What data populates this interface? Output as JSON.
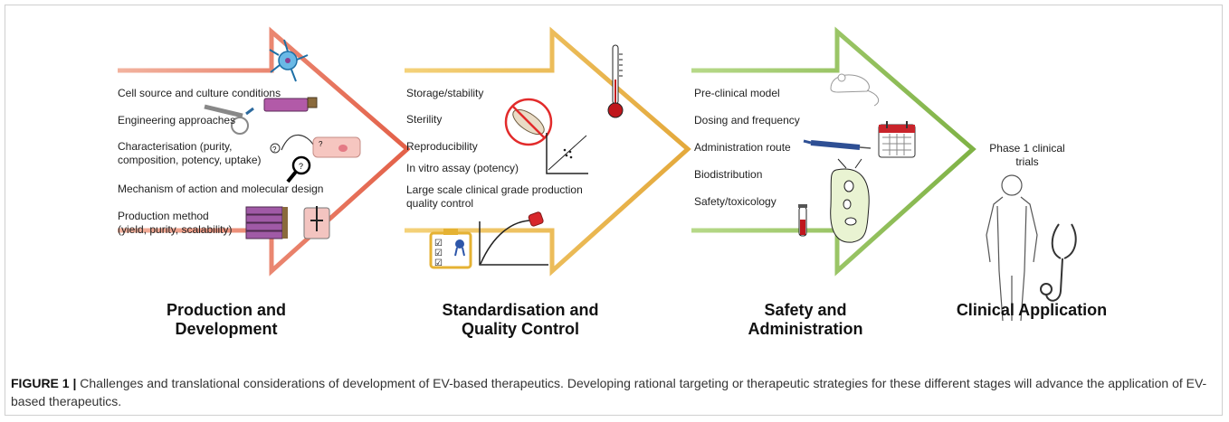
{
  "stages": [
    {
      "title": "Production and\nDevelopment",
      "color": "#e37059",
      "items": [
        "Cell source and culture conditions",
        "Engineering approaches",
        "Characterisation (purity,\ncomposition, potency, uptake)",
        "Mechanism of action and molecular design",
        "Production method\n(yield, purity, scalability)"
      ]
    },
    {
      "title": "Standardisation and\nQuality Control",
      "color": "#e9b44c",
      "items": [
        "Storage/stability",
        "Sterility",
        "Reproducibility",
        "In vitro assay (potency)",
        "Large scale clinical grade production\nquality control"
      ]
    },
    {
      "title": "Safety and\nAdministration",
      "color": "#8fbe58",
      "items": [
        "Pre-clinical model",
        "Dosing and frequency",
        "Administration route",
        "Biodistribution",
        "Safety/toxicology"
      ]
    },
    {
      "title": "Clinical Application",
      "items": [
        "Phase 1 clinical\ntrials"
      ]
    }
  ],
  "caption": {
    "label": "FIGURE 1 |",
    "text": " Challenges and translational considerations of development of EV-based therapeutics. Developing rational targeting or therapeutic strategies for these different stages will advance the application of EV-based therapeutics."
  }
}
